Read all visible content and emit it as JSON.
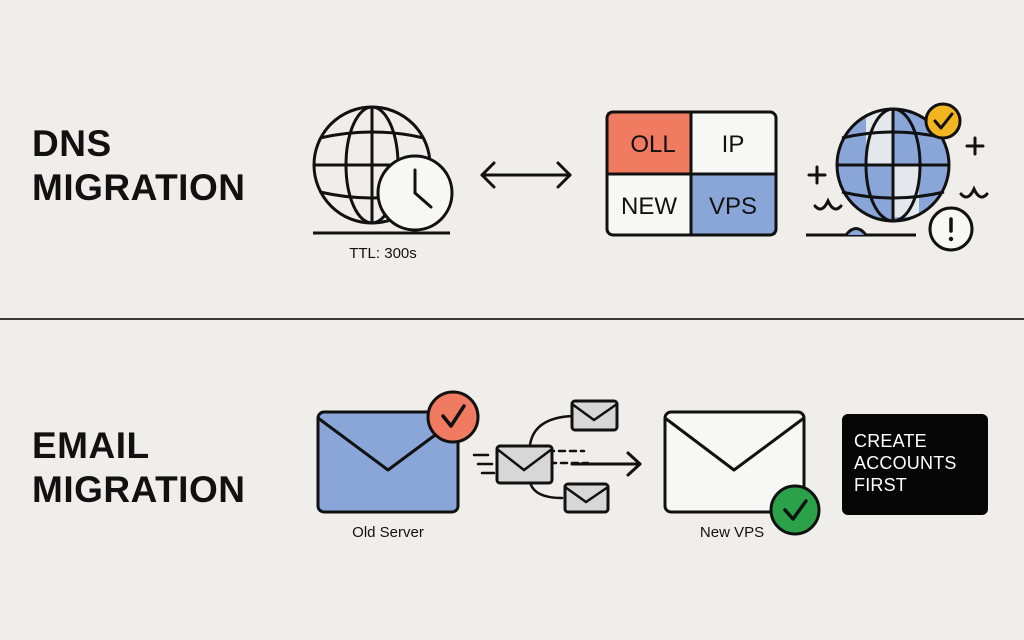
{
  "dns": {
    "heading": [
      "DNS",
      "MIGRATION"
    ],
    "ttl_label": "TTL: 300s",
    "ip_grid": {
      "cells": [
        "OLL",
        "IP",
        "NEW",
        "VPS"
      ],
      "colors": [
        "#f07b61",
        "#f7f7f5",
        "#f7f7f5",
        "#8aa6d8"
      ]
    },
    "icons": [
      "globe-icon",
      "clock-icon",
      "double-arrow-icon",
      "globe-check-icon",
      "alert-icon",
      "plus-icon"
    ]
  },
  "email": {
    "heading": [
      "EMAIL",
      "MIGRATION"
    ],
    "old_server_label": "Old Server",
    "new_server_label": "New VPS",
    "callout": [
      "CREATE",
      "ACCOUNTS",
      "FIRST"
    ],
    "icons": [
      "envelope-icon",
      "check-icon",
      "flying-envelopes-icon",
      "arrow-right-icon"
    ]
  },
  "colors": {
    "background": "#efeeeb",
    "accent_blue": "#8aa6d8",
    "accent_orange": "#f07b61",
    "accent_green": "#2ba24a",
    "check_gold": "#f2b51f",
    "ink": "#111111"
  }
}
